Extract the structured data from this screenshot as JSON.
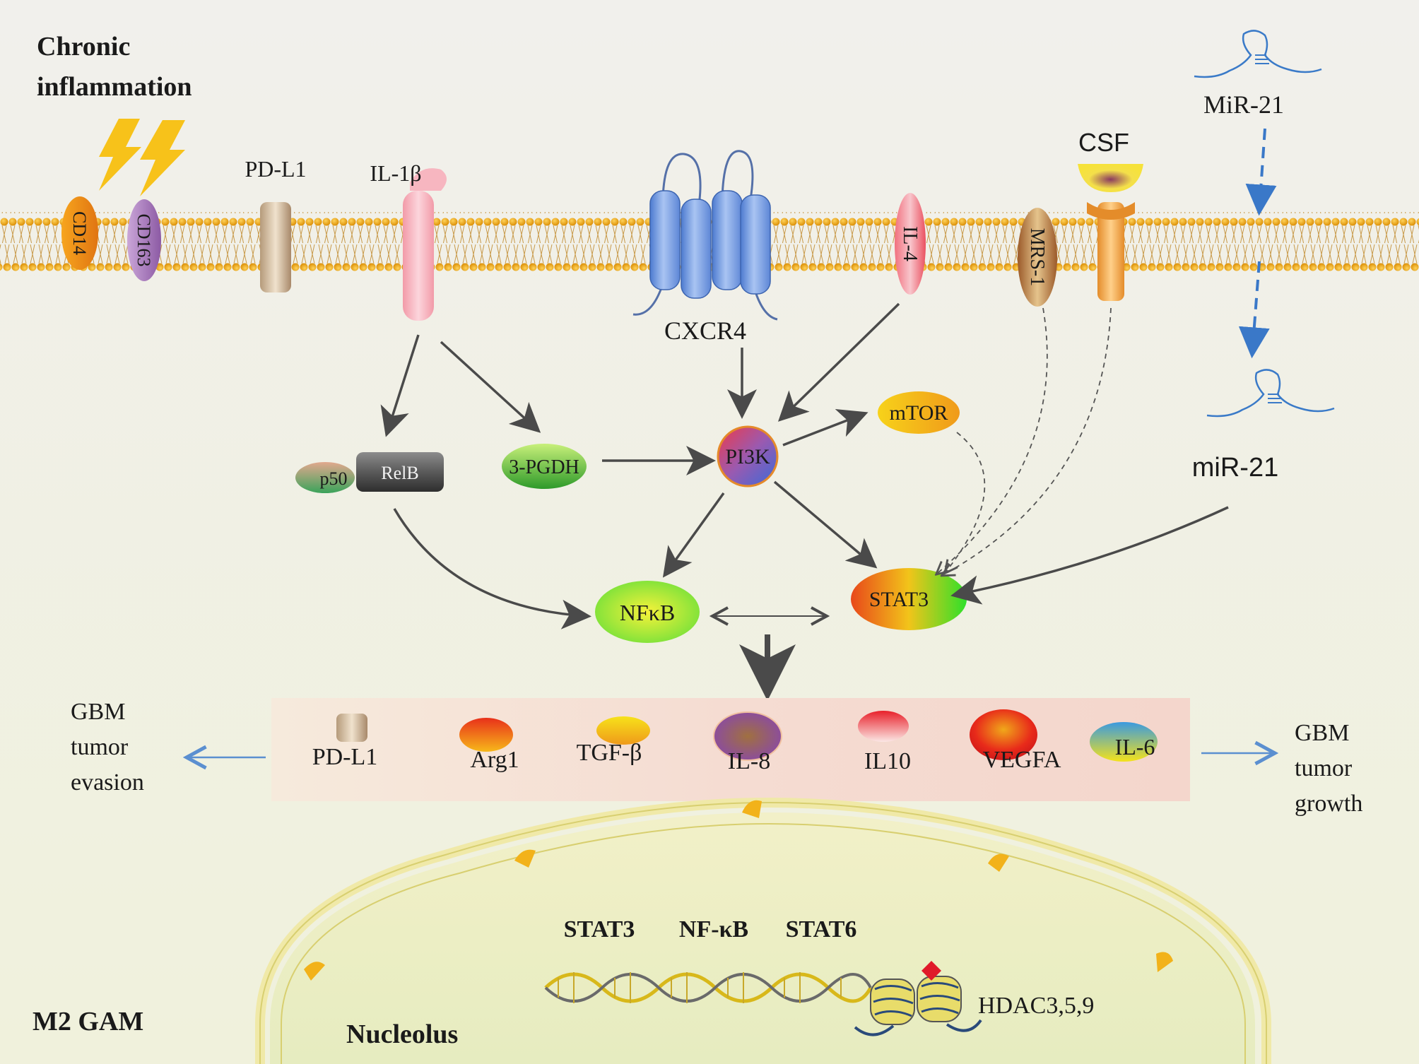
{
  "labels": {
    "chronic_line1": "Chronic",
    "chronic_line2": "inflammation",
    "cd14": "CD14",
    "cd163": "CD163",
    "pdl1_membrane": "PD-L1",
    "il1b": "IL-1β",
    "cxcr4": "CXCR4",
    "il4": "IL-4",
    "mrs1": "MRS-1",
    "csf": "CSF",
    "mir21_top": "MiR-21",
    "mir21_bottom": "miR-21",
    "p50": "p50",
    "relb": "RelB",
    "pgdh": "3-PGDH",
    "pi3k": "PI3K",
    "mtor": "mTOR",
    "nfkb": "NFκB",
    "stat3": "STAT3",
    "evasion_line1": "GBM",
    "evasion_line2": "tumor",
    "evasion_line3": "evasion",
    "growth_line1": "GBM",
    "growth_line2": "tumor",
    "growth_line3": "growth",
    "out_pdl1": "PD-L1",
    "out_arg1": "Arg1",
    "out_tgfb": "TGF-β",
    "out_il8": "IL-8",
    "out_il10": "IL10",
    "out_vegfa": "VEGFA",
    "out_il6": "IL-6",
    "nuc_stat3": "STAT3",
    "nuc_nfkb": "NF-κB",
    "nuc_stat6": "STAT6",
    "hdac": "HDAC3,5,9",
    "m2gam": "M2 GAM",
    "nucleolus": "Nucleolus"
  },
  "colors": {
    "background": "#f3f2ea",
    "membrane_head": "#e9a21a",
    "arrow": "#4a4a4a",
    "blue_arrow": "#5b8fd0",
    "output_band": "#f5dcd0",
    "receptor_blue": "#7ea6e6",
    "il1b_pink": "#f7b6c0"
  }
}
